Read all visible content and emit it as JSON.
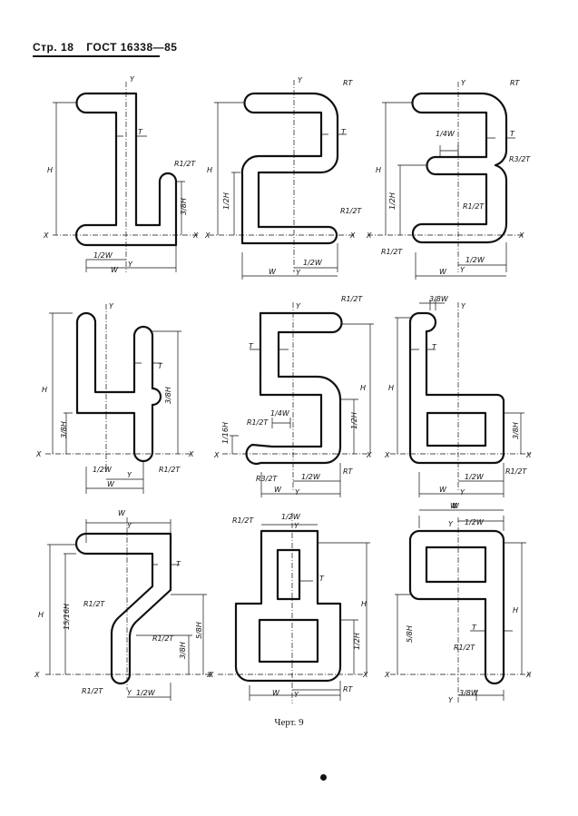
{
  "header": {
    "page": "Стр. 18",
    "standard": "ГОСТ 16338—85"
  },
  "caption": "Черт. 9",
  "labels": {
    "H": "H",
    "T": "T",
    "W": "W",
    "X": "X",
    "Y": "Y",
    "R": "RT",
    "R12": "R1/2T",
    "R32": "R3/2T",
    "w12": "1/2W",
    "w14": "1/4W",
    "w38": "3/8W",
    "h12": "1/2H",
    "h38": "3/8H",
    "h58": "5/8H",
    "h116": "1/16H",
    "h1516": "15/16H"
  },
  "icons": {
    "bullet": "filled-circle-icon"
  }
}
